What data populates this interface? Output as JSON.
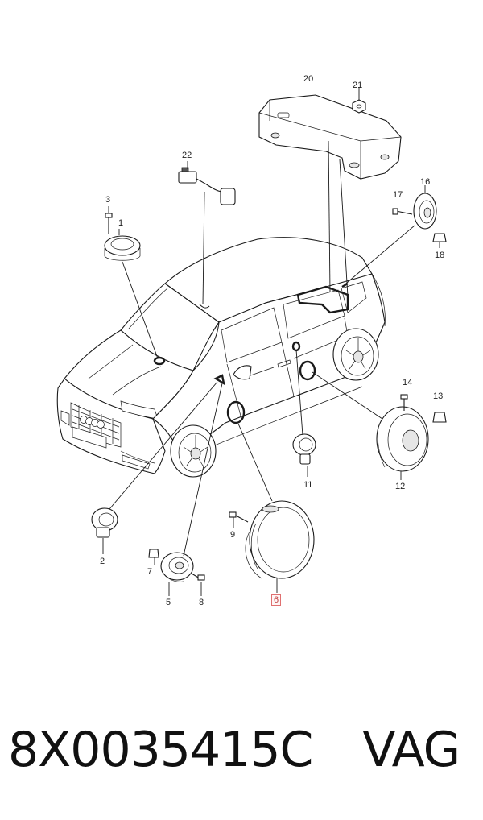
{
  "callouts": [
    {
      "label": "1"
    },
    {
      "label": "2"
    },
    {
      "label": "3"
    },
    {
      "label": "5"
    },
    {
      "label": "6"
    },
    {
      "label": "7"
    },
    {
      "label": "8"
    },
    {
      "label": "9"
    },
    {
      "label": "11"
    },
    {
      "label": "12"
    },
    {
      "label": "13"
    },
    {
      "label": "14"
    },
    {
      "label": "16"
    },
    {
      "label": "17"
    },
    {
      "label": "18"
    },
    {
      "label": "20"
    },
    {
      "label": "21"
    },
    {
      "label": "22"
    }
  ],
  "highlighted_callout": "6",
  "caption": {
    "part_number": "8X0035415C",
    "brand": "VAG"
  }
}
